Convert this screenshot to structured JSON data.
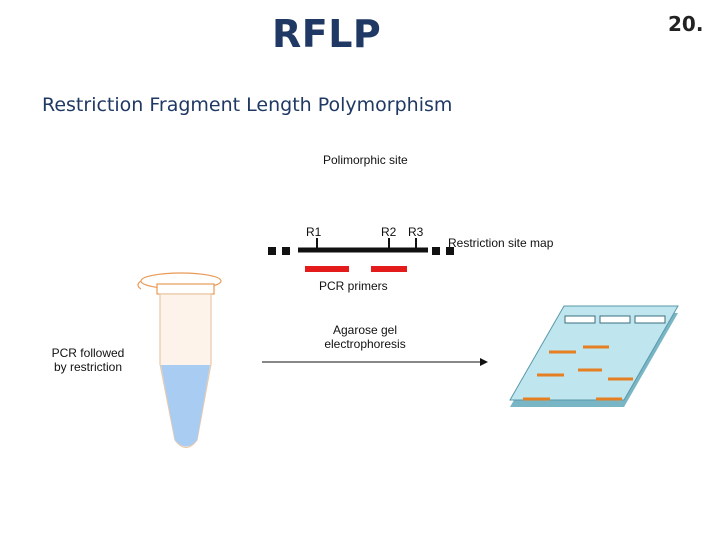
{
  "slide": {
    "title": "RFLP",
    "page_number": "20.",
    "subtitle": "Restriction Fragment Length Polymorphism"
  },
  "site_map": {
    "polymorphic_label": "Polimorphic site",
    "site_labels": [
      "R1",
      "R2",
      "R3"
    ],
    "map_label": "Restriction site map",
    "primers_label": "PCR primers",
    "primer_color": "#e31b1b"
  },
  "tube": {
    "label_line1": "PCR followed",
    "label_line2": "by restriction",
    "liquid_color": "#a9cdf2",
    "cap_color": "#e89a56"
  },
  "process": {
    "arrow_label_line1": "Agarose gel",
    "arrow_label_line2": "electrophoresis"
  },
  "gel": {
    "fill_color": "#bfe6ee",
    "band_color": "#e67e22"
  }
}
